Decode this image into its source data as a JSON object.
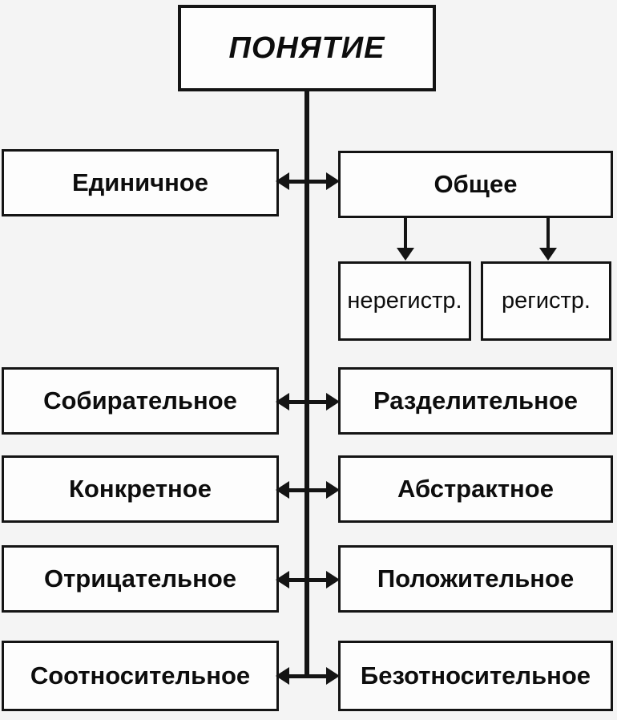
{
  "diagram": {
    "title": "ПОНЯТИЕ",
    "rows": [
      {
        "left": "Единичное",
        "right": "Общее"
      },
      {
        "left": "Собирательное",
        "right": "Разделительное"
      },
      {
        "left": "Конкретное",
        "right": "Абстрактное"
      },
      {
        "left": "Отрицательное",
        "right": "Положительное"
      },
      {
        "left": "Соотносительное",
        "right": "Безотносительное"
      }
    ],
    "sub_boxes": [
      {
        "label": "нерегистр."
      },
      {
        "label": "регистр."
      }
    ],
    "colors": {
      "background": "#f4f4f4",
      "box_fill": "#fdfdfd",
      "line": "#141414",
      "text": "#0d0d0d"
    }
  }
}
